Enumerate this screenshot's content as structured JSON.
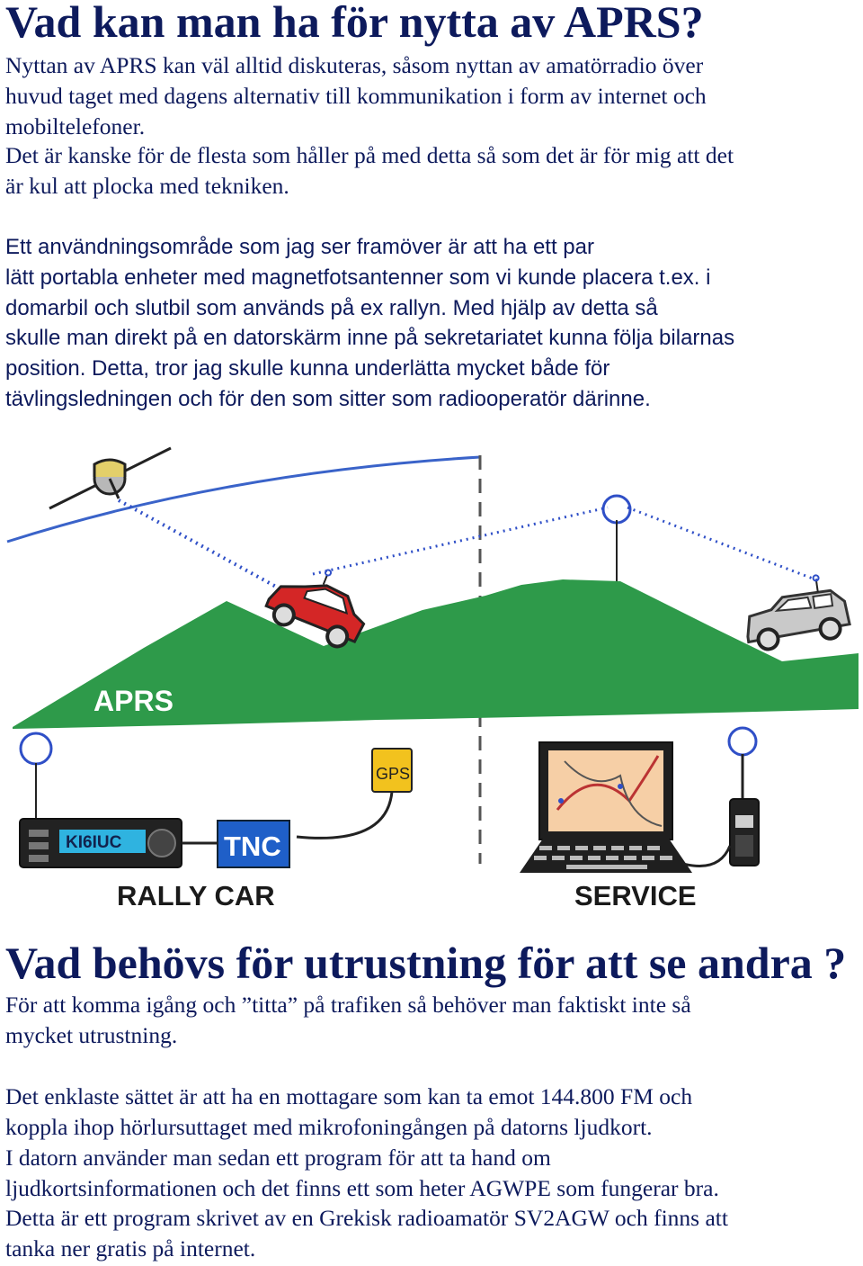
{
  "section1": {
    "heading": "Vad kan man ha för nytta av APRS?",
    "para1": [
      "Nyttan av APRS kan väl alltid diskuteras, såsom nyttan av amatörradio över",
      "huvud taget med dagens alternativ till kommunikation i form av internet och",
      "mobiltelefoner."
    ],
    "para2": [
      "Det är kanske för de flesta som håller på med detta så som det är för mig att det",
      "är kul att plocka med tekniken."
    ],
    "para3": [
      "Ett användningsområde som jag ser framöver är att ha ett par",
      "lätt portabla enheter med magnetfotsantenner som vi kunde placera t.ex. i",
      "domarbil och slutbil som används på ex rallyn. Med hjälp av detta så",
      "skulle man direkt på en datorskärm inne på sekretariatet kunna följa bilarnas",
      "position. Detta, tror jag skulle kunna underlätta mycket både för",
      "tävlingsledningen och för den som sitter som radiooperatör därinne."
    ]
  },
  "diagram": {
    "aprs_label": "APRS",
    "radio_display": "KI6IUC",
    "tnc_label": "TNC",
    "gps_label": "GPS",
    "rally_car_label": "RALLY CAR",
    "service_label": "SERVICE",
    "colors": {
      "hill": "#2e9a4a",
      "sky_arc": "#3a63c9",
      "signal_dots": "#2f4fc7",
      "red_car": "#d42626",
      "gray_car": "#c9c9c9",
      "tnc_box": "#1f5fc8",
      "gps_box": "#f2c21e",
      "radio_display": "#2fb3e0",
      "map_screen": "#f6cfa6"
    }
  },
  "section2": {
    "heading": "Vad behövs för utrustning för att se andra ?",
    "para4": [
      "För att komma igång och ”titta” på trafiken så behöver man faktiskt inte så",
      "mycket utrustning."
    ],
    "para5": [
      "Det enklaste sättet är att ha en mottagare som kan ta emot 144.800 FM och",
      "koppla ihop hörlursuttaget med mikrofoningången på datorns ljudkort."
    ],
    "para6": [
      "I datorn använder man sedan ett program för att ta hand om",
      "ljudkortsinformationen och det finns ett som heter AGWPE som fungerar bra."
    ],
    "para7": [
      "Detta är ett program skrivet av en Grekisk radioamatör SV2AGW och finns att",
      "tanka ner gratis på internet."
    ]
  }
}
